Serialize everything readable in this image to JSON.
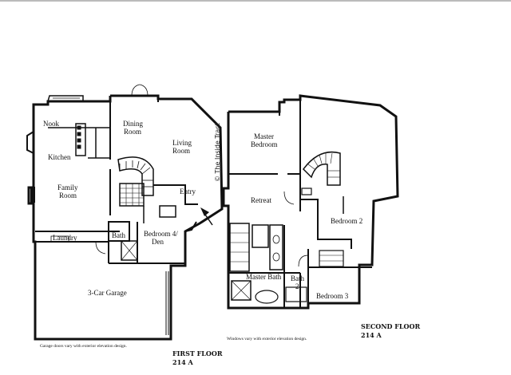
{
  "watermark": "© The Inside Tract",
  "first_floor": {
    "title": "FIRST FLOOR",
    "model": "214 A",
    "note": "Garage doors vary with exterior elevation design.",
    "rooms": {
      "nook": "Nook",
      "kitchen": "Kitchen",
      "family_room_line1": "Family",
      "family_room_line2": "Room",
      "dining_room_line1": "Dining",
      "dining_room_line2": "Room",
      "living_room_line1": "Living",
      "living_room_line2": "Room",
      "entry": "Entry",
      "laundry": "Laundry",
      "bath": "Bath",
      "bedroom4_line1": "Bedroom 4/",
      "bedroom4_line2": "Den",
      "garage": "3-Car Garage"
    }
  },
  "second_floor": {
    "title": "SECOND FLOOR",
    "model": "214 A",
    "note": "Windows vary with exterior elevation design.",
    "rooms": {
      "master_bedroom_line1": "Master",
      "master_bedroom_line2": "Bedroom",
      "retreat": "Retreat",
      "bedroom2": "Bedroom 2",
      "master_bath": "Master Bath",
      "bath2_line1": "Bath",
      "bath2_line2": "2",
      "bedroom3": "Bedroom 3"
    }
  }
}
